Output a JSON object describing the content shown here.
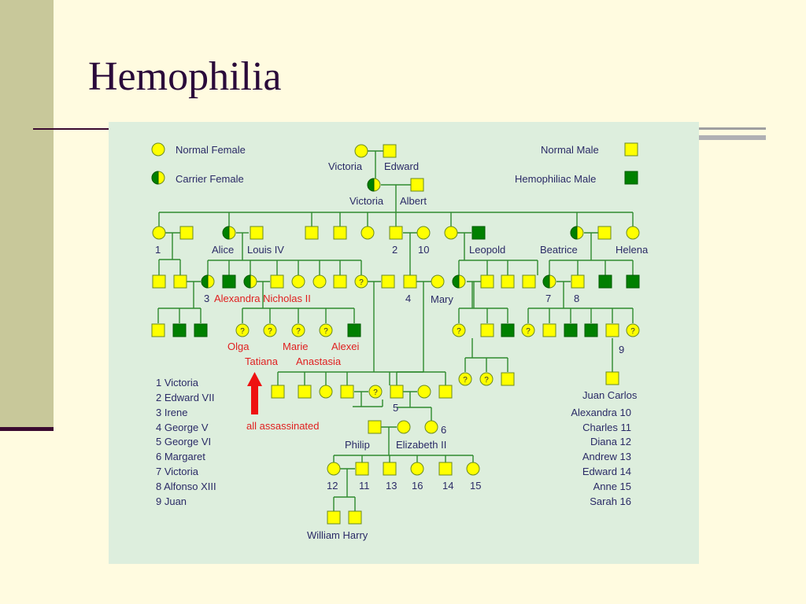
{
  "slide": {
    "title": "Hemophilia"
  },
  "colors": {
    "normal": "#ffff00",
    "affected": "#008000",
    "line": "#2f8a2f",
    "red_text": "#e02020",
    "name_text": "#2a2a66"
  },
  "legend": {
    "normal_female": "Normal Female",
    "carrier_female": "Carrier Female",
    "normal_male": "Normal Male",
    "hemophiliac_male": "Hemophiliac Male"
  },
  "names": {
    "victoria_top": "Victoria",
    "edward_top": "Edward",
    "victoria_mid": "Victoria",
    "albert": "Albert",
    "alice": "Alice",
    "louis": "Louis IV",
    "leopold": "Leopold",
    "beatrice": "Beatrice",
    "helena": "Helena",
    "alexandra_nicholas": "Alexandra Nicholas II",
    "mary": "Mary",
    "olga": "Olga",
    "marie": "Marie",
    "alexei": "Alexei",
    "tatiana": "Tatiana",
    "anastasia": "Anastasia",
    "assassinated": "all assassinated",
    "philip": "Philip",
    "elizabeth": "Elizabeth II",
    "juan_carlos": "Juan Carlos",
    "william_harry": "William  Harry"
  },
  "numbers": {
    "n1": "1",
    "n2": "2",
    "n3": "3",
    "n4": "4",
    "n5": "5",
    "n6": "6",
    "n7": "7",
    "n8": "8",
    "n9": "9",
    "n10": "10",
    "n11": "11",
    "n12": "12",
    "n13": "13",
    "n14": "14",
    "n15": "15",
    "n16": "16"
  },
  "unknown_mark": "?",
  "key_left": [
    "1  Victoria",
    "2  Edward VII",
    "3  Irene",
    "4  George V",
    "5  George VI",
    "6  Margaret",
    "7  Victoria",
    "8  Alfonso XIII",
    "9  Juan"
  ],
  "key_right": [
    "Alexandra  10",
    "Charles  11",
    "Diana  12",
    "Andrew  13",
    "Edward  14",
    "Anne  15",
    "Sarah  16"
  ]
}
